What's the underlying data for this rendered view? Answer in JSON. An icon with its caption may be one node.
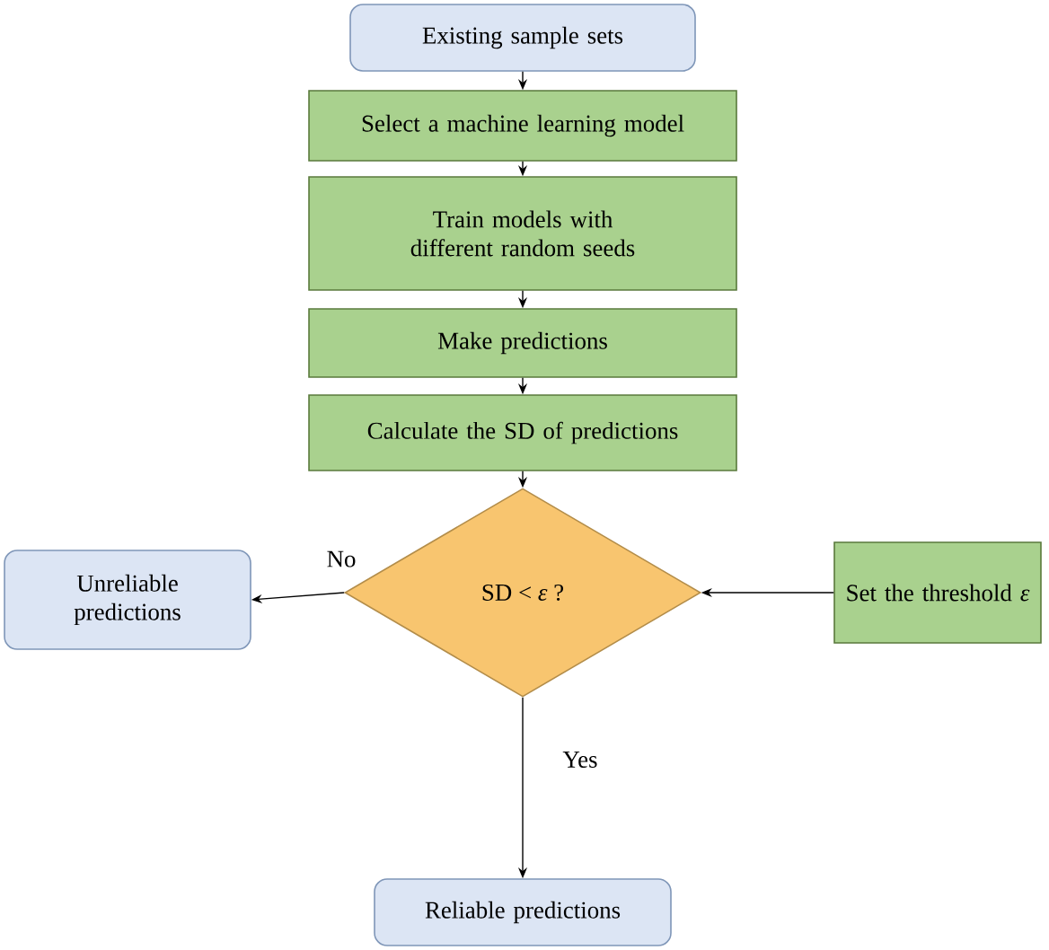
{
  "diagram": {
    "nodes": [
      {
        "text": [
          "Existing sample sets"
        ]
      },
      {
        "text": [
          "Select a machine learning model"
        ]
      },
      {
        "text": [
          "Train models with different random seeds"
        ]
      },
      {
        "text": [
          "Make predictions"
        ]
      },
      {
        "text": [
          "Calculate the SD of predictions"
        ]
      },
      {
        "text": [
          "SD < *ε* ?"
        ]
      },
      {
        "text": [
          "Unreliable predictions"
        ]
      },
      {
        "text": [
          "Set the threshold *ε*"
        ]
      },
      {
        "text": [
          "Reliable predictions"
        ]
      }
    ],
    "edges": [
      {
        "from": 0,
        "to": 1,
        "arrow": "to"
      },
      {
        "from": 1,
        "to": 2,
        "arrow": "to"
      },
      {
        "from": 2,
        "to": 3,
        "arrow": "to"
      },
      {
        "from": 3,
        "to": 4,
        "arrow": "to"
      },
      {
        "from": 4,
        "to": 5,
        "arrow": "to"
      },
      {
        "from": 7,
        "to": 5,
        "arrow": "to"
      },
      {
        "from": 5,
        "to": 6,
        "arrow": "to",
        "label": "No"
      },
      {
        "from": 5,
        "to": 8,
        "arrow": "to",
        "label": "Yes"
      }
    ]
  }
}
